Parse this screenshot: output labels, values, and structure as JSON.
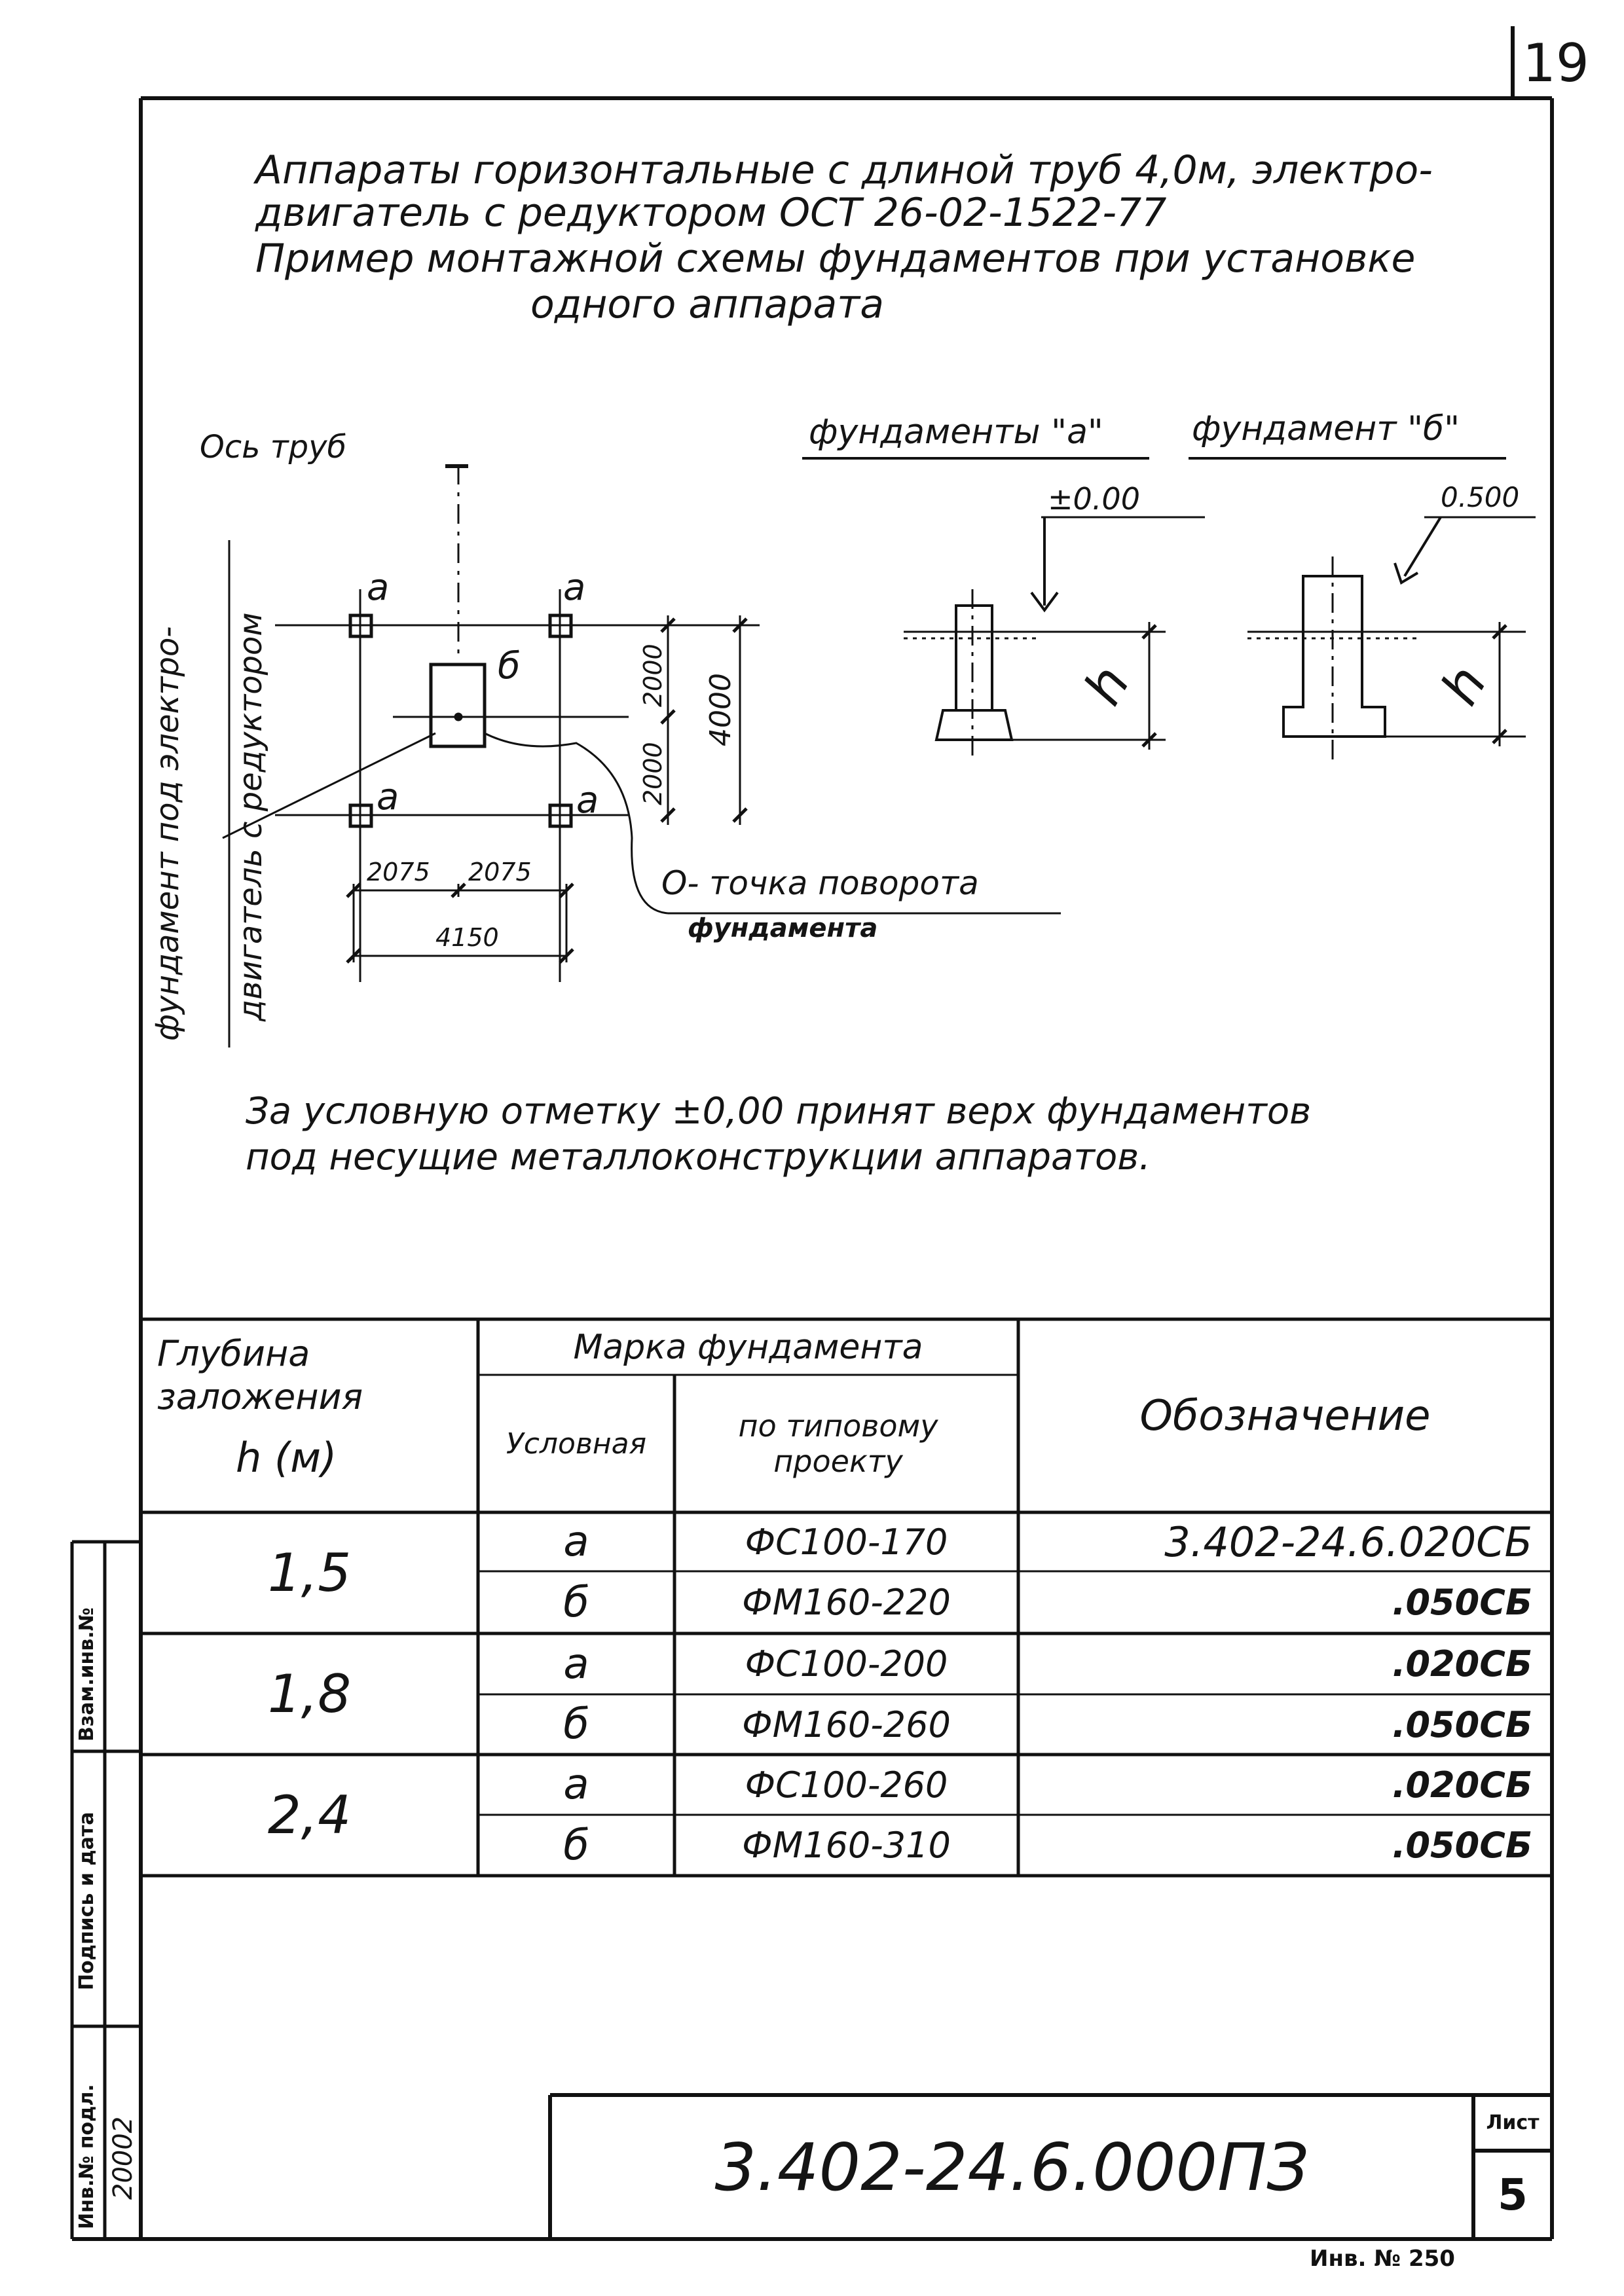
{
  "page_number": "19",
  "title_lines": [
    "Аппараты горизонтальные с длиной труб 4,0м, электро-",
    "двигатель с редуктором ОСТ 26-02-1522-77",
    "Пример монтажной схемы фундаментов при установке",
    "одного аппарата"
  ],
  "plan": {
    "axis_label": "Ось труб",
    "side_label_1": "фундамент под электро-",
    "side_label_2": "двигатель с редуктором",
    "mark_a": "а",
    "mark_b": "б",
    "dim_2075_left": "2075",
    "dim_2075_right": "2075",
    "dim_4150": "4150",
    "dim_2000_top": "2000",
    "dim_2000_bottom": "2000",
    "dim_4000": "4000",
    "pivot_note_1": "О- точка поворота",
    "pivot_note_2": "фундамента"
  },
  "sections": {
    "label_a": "фундаменты \"а\"",
    "label_b": "фундамент \"б\"",
    "level_a": "±0.00",
    "level_b": "0.500",
    "depth_symbol": "h"
  },
  "note_lines": [
    "За условную отметку ±0,00 принят верх фундаментов",
    "под несущие металлоконструкции аппаратов."
  ],
  "table": {
    "col_depth": "Глубина заложения",
    "col_depth_h": "h (м)",
    "col_mark": "Марка фундамента",
    "col_conditional": "Условная",
    "col_typical": "по типовому проекту",
    "col_designation": "Обозначение",
    "rows": [
      {
        "depth": "1,5",
        "cond": "а",
        "typical": "ФС100-170",
        "designation": "3.402-24.6.020СБ"
      },
      {
        "depth": "",
        "cond": "б",
        "typical": "ФМ160-220",
        "designation": ".050СБ"
      },
      {
        "depth": "1,8",
        "cond": "а",
        "typical": "ФС100-200",
        "designation": ".020СБ"
      },
      {
        "depth": "",
        "cond": "б",
        "typical": "ФМ160-260",
        "designation": ".050СБ"
      },
      {
        "depth": "2,4",
        "cond": "а",
        "typical": "ФС100-260",
        "designation": ".020СБ"
      },
      {
        "depth": "",
        "cond": "б",
        "typical": "ФМ160-310",
        "designation": ".050СБ"
      }
    ]
  },
  "stamp": {
    "inv_podl": "Инв.№ подл.",
    "inv_value": "20002",
    "sign_date": "Подпись и дата",
    "vzam_inv": "Взам.инв.№"
  },
  "title_block": {
    "code": "3.402-24.6.000ПЗ",
    "sheet_label": "Лист",
    "sheet_number": "5"
  },
  "footer": "Инв. № 250"
}
